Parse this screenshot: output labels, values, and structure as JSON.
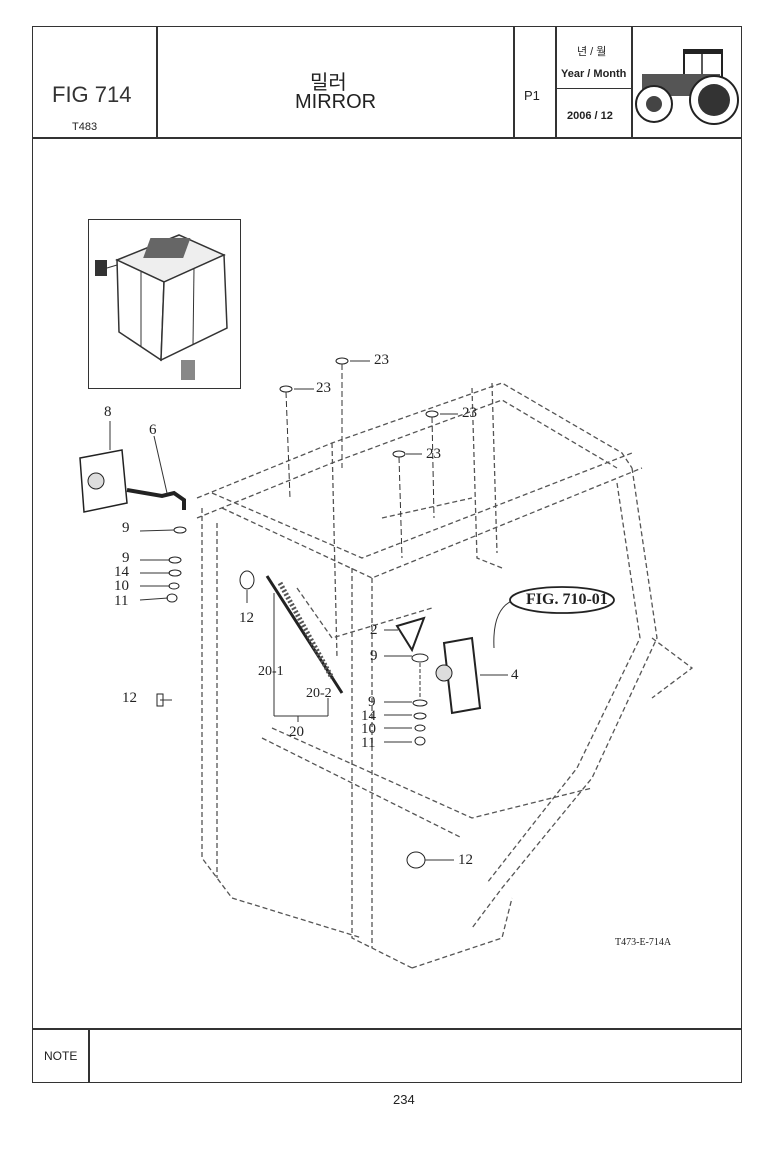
{
  "header": {
    "fig_label": "FIG 714",
    "model_code": "T483",
    "title_korean": "밀러",
    "title_english": "MIRROR",
    "page_code": "P1",
    "date_label_korean": "년 / 월",
    "date_label_english": "Year / Month",
    "date_value": "2006 / 12",
    "logo_icon": "tractor-icon"
  },
  "diagram": {
    "callouts": [
      {
        "id": "8",
        "label": "8"
      },
      {
        "id": "6",
        "label": "6"
      },
      {
        "id": "9a",
        "label": "9"
      },
      {
        "id": "9b",
        "label": "9"
      },
      {
        "id": "14a",
        "label": "14"
      },
      {
        "id": "10a",
        "label": "10"
      },
      {
        "id": "11a",
        "label": "11"
      },
      {
        "id": "12a",
        "label": "12"
      },
      {
        "id": "12b",
        "label": "12"
      },
      {
        "id": "12c",
        "label": "12"
      },
      {
        "id": "23a",
        "label": "23"
      },
      {
        "id": "23b",
        "label": "23"
      },
      {
        "id": "23c",
        "label": "23"
      },
      {
        "id": "23d",
        "label": "23"
      },
      {
        "id": "20-1",
        "label": "20-1"
      },
      {
        "id": "20-2",
        "label": "20-2"
      },
      {
        "id": "20",
        "label": "20"
      },
      {
        "id": "2",
        "label": "2"
      },
      {
        "id": "9c",
        "label": "9"
      },
      {
        "id": "4",
        "label": "4"
      },
      {
        "id": "9d",
        "label": "9"
      },
      {
        "id": "14b",
        "label": "14"
      },
      {
        "id": "10b",
        "label": "10"
      },
      {
        "id": "11b",
        "label": "11"
      }
    ],
    "reference_label": "FIG. 710-01",
    "drawing_code": "T473-E-714A"
  },
  "footer": {
    "note_label": "NOTE",
    "page_number": "234"
  }
}
